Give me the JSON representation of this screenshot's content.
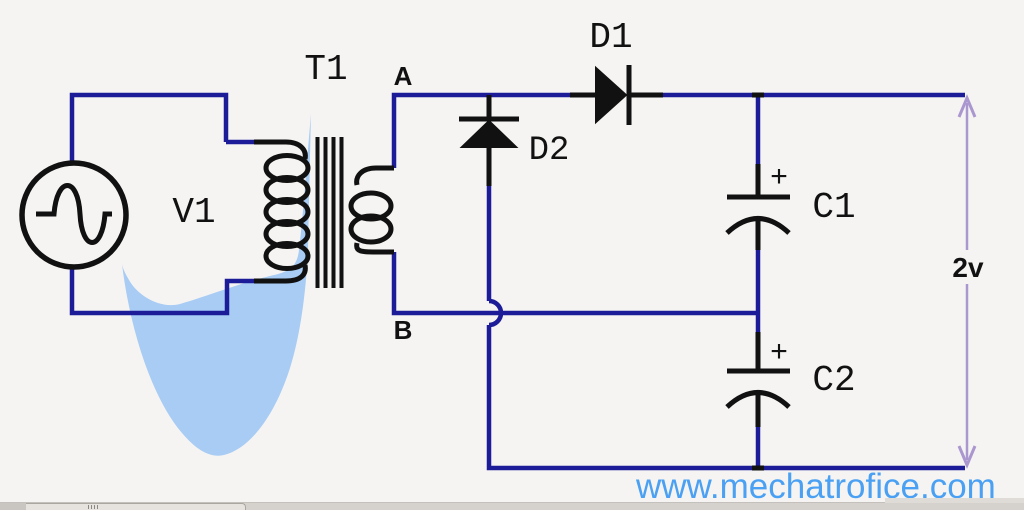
{
  "diagram": {
    "kind": "voltage-doubler rectifier schematic",
    "components": {
      "source_label": "V1",
      "transformer_label": "T1",
      "node_a_label": "A",
      "node_b_label": "B",
      "diode1_label": "D1",
      "diode2_label": "D2",
      "capacitor1_label": "C1",
      "capacitor2_label": "C2",
      "capacitor1_polarity": "+",
      "capacitor2_polarity": "+",
      "output_label": "2v"
    },
    "watermark": "www.mechatrofice.com",
    "colors": {
      "wire": "#1c1c99",
      "component_stroke": "#111111",
      "highlight_swoosh": "#a8ccf4",
      "annotation_arrow": "#ab97cf",
      "watermark_text": "#4aa0f3",
      "background": "#f5f4f2",
      "bottom_bar": "#d5d2cd"
    }
  }
}
